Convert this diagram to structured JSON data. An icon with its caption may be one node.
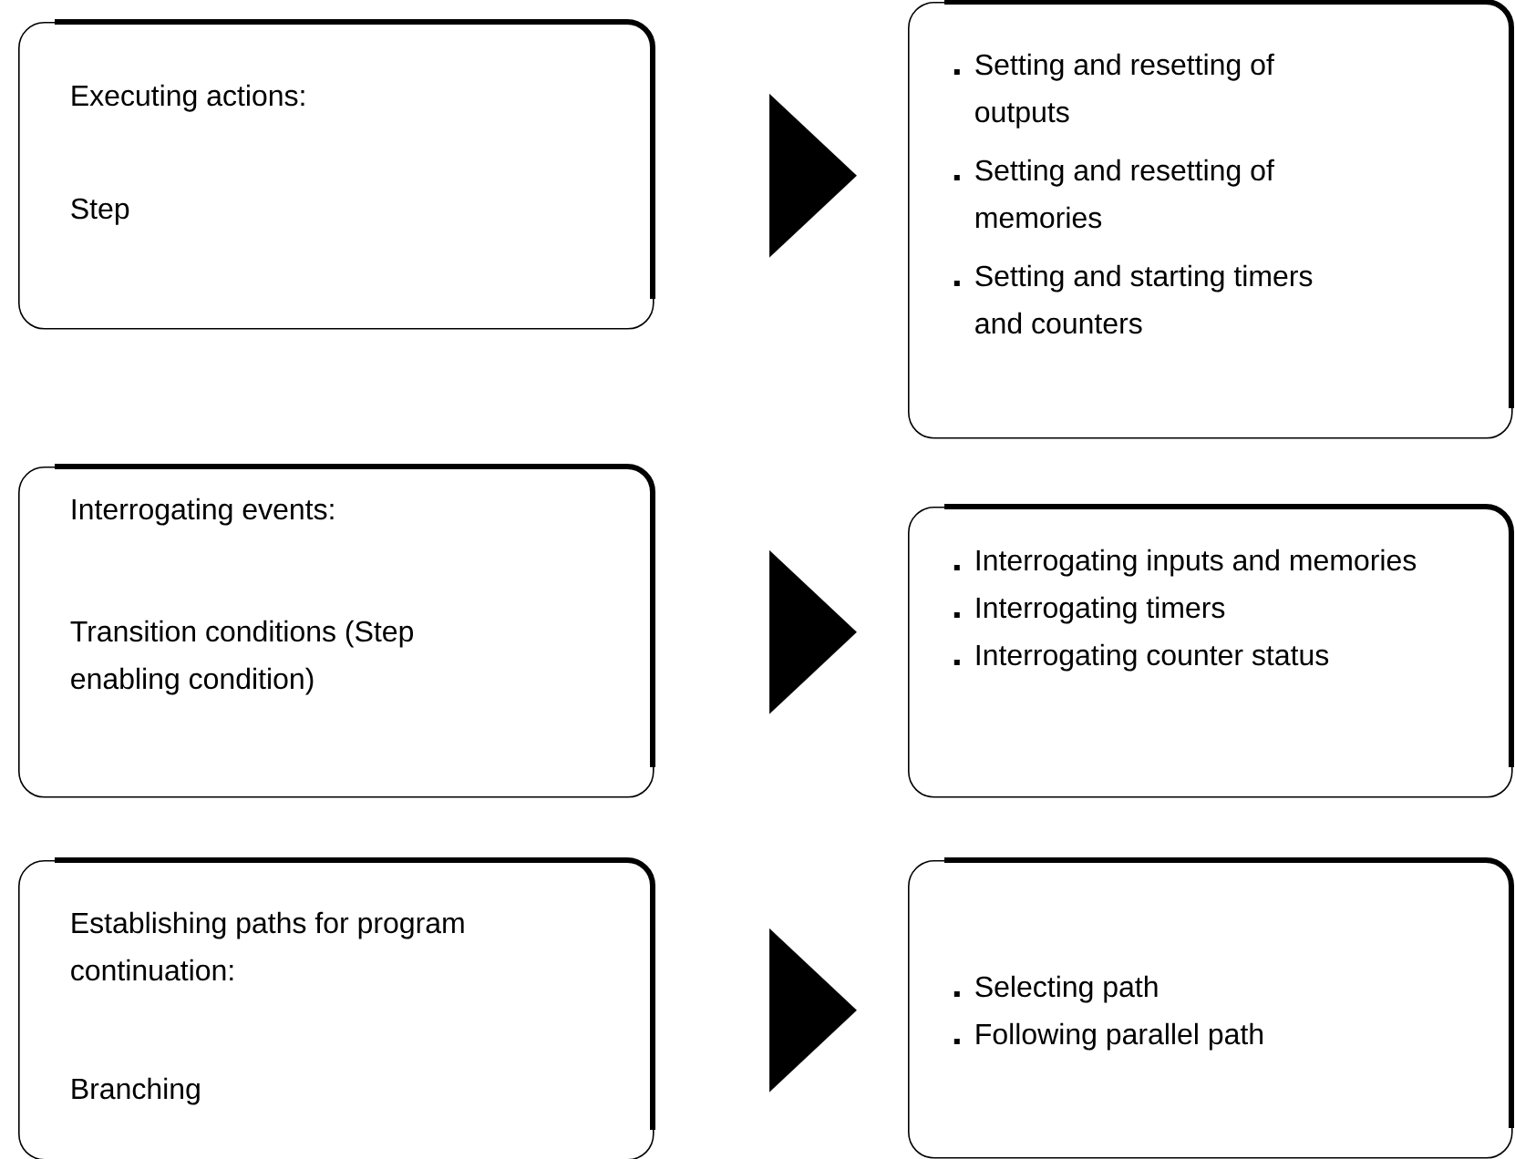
{
  "diagram": {
    "nodes": [
      {
        "text": [
          "Executing actions:",
          "Step"
        ]
      },
      {
        "text": [
          "Setting and resetting of outputs",
          "Setting and resetting of memories",
          "Setting and starting timers and counters"
        ]
      },
      {
        "text": [
          "Interrogating events:",
          "Transition conditions (Step enabling condition)"
        ]
      },
      {
        "text": [
          "Interrogating inputs and memories",
          "Interrogating timers",
          "Interrogating counter status"
        ]
      },
      {
        "text": [
          "Establishing paths for program continuation:",
          "Branching"
        ]
      },
      {
        "text": [
          "Selecting path",
          "Following parallel path"
        ]
      }
    ],
    "edges": [
      {
        "from": 0,
        "to": 1,
        "arrow": "to"
      },
      {
        "from": 2,
        "to": 3,
        "arrow": "to"
      },
      {
        "from": 4,
        "to": 5,
        "arrow": "to"
      }
    ]
  }
}
